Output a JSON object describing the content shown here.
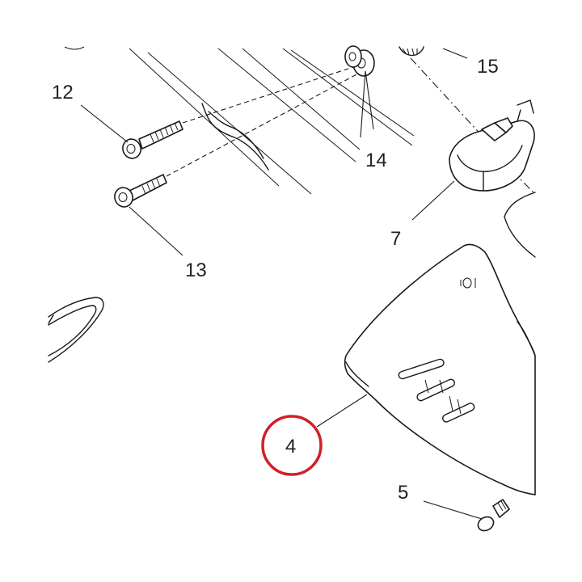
{
  "callouts": {
    "c12": "12",
    "c13": "13",
    "c14": "14",
    "c15": "15",
    "c7": "7",
    "c4": "4",
    "c5": "5"
  },
  "highlight": {
    "part": "4",
    "color": "#d0202a"
  }
}
